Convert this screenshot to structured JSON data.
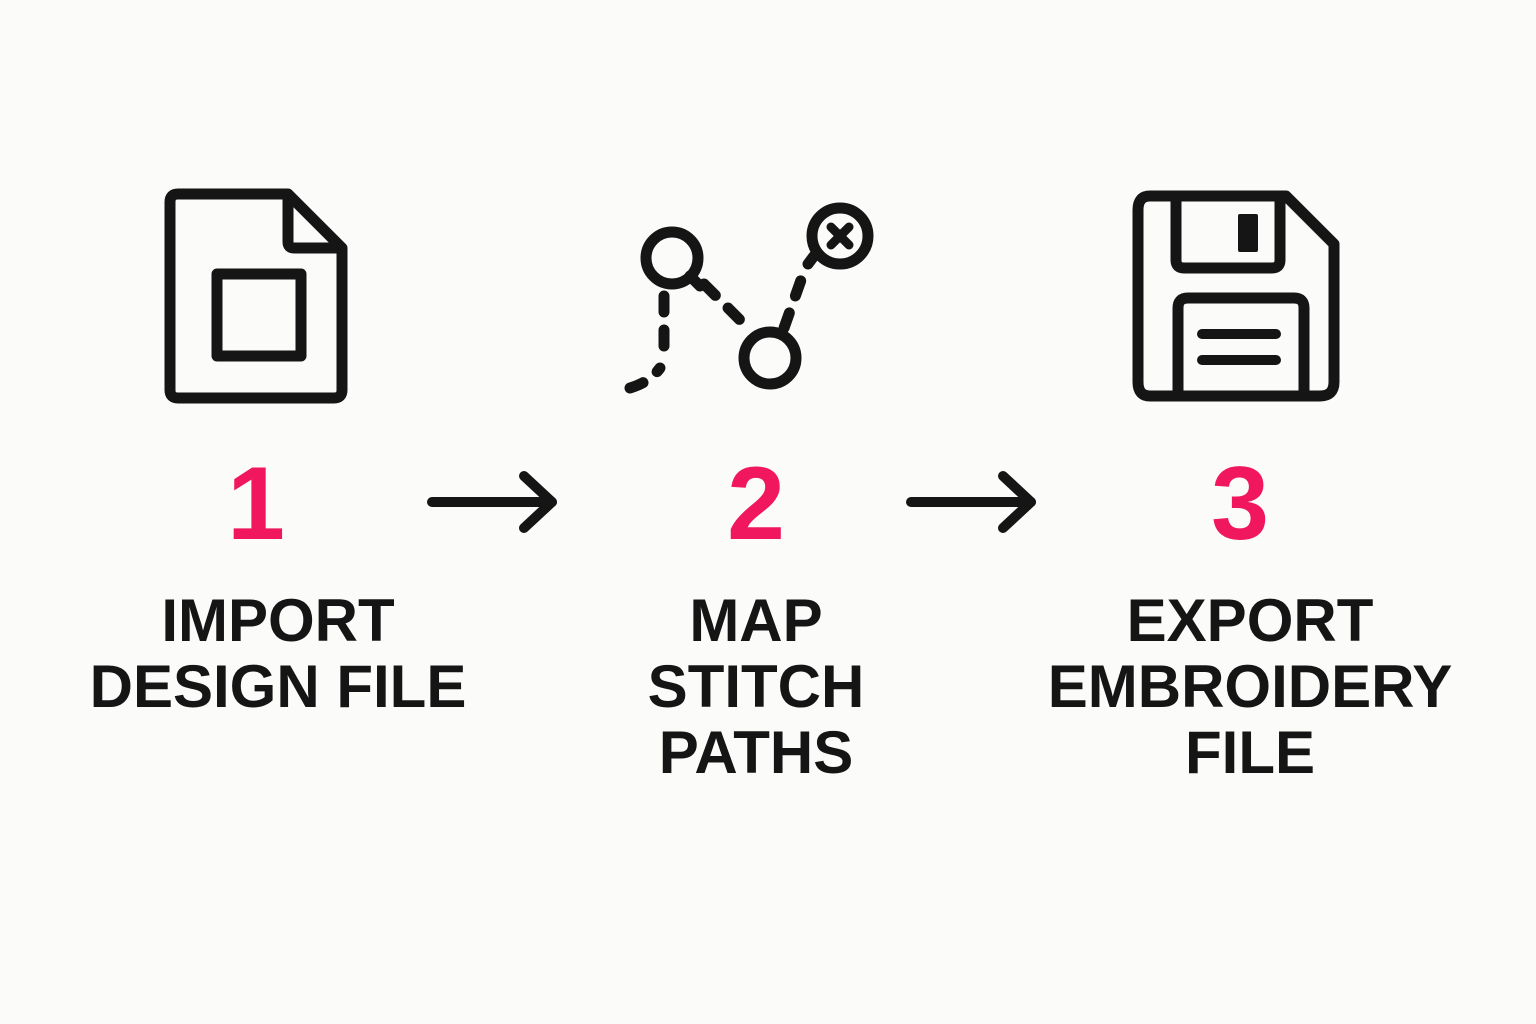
{
  "colors": {
    "background": "#fbfbf9",
    "accent": "#f0175e",
    "ink": "#151515"
  },
  "steps": [
    {
      "number": "1",
      "icon": "document-file-icon",
      "label_lines": [
        "IMPORT",
        "DESIGN FILE"
      ]
    },
    {
      "number": "2",
      "icon": "stitch-path-icon",
      "label_lines": [
        "MAP",
        "STITCH",
        "PATHS"
      ]
    },
    {
      "number": "3",
      "icon": "floppy-disk-icon",
      "label_lines": [
        "EXPORT",
        "EMBROIDERY",
        "FILE"
      ]
    }
  ],
  "connectors": [
    {
      "icon": "right-arrow-icon"
    },
    {
      "icon": "right-arrow-icon"
    }
  ]
}
